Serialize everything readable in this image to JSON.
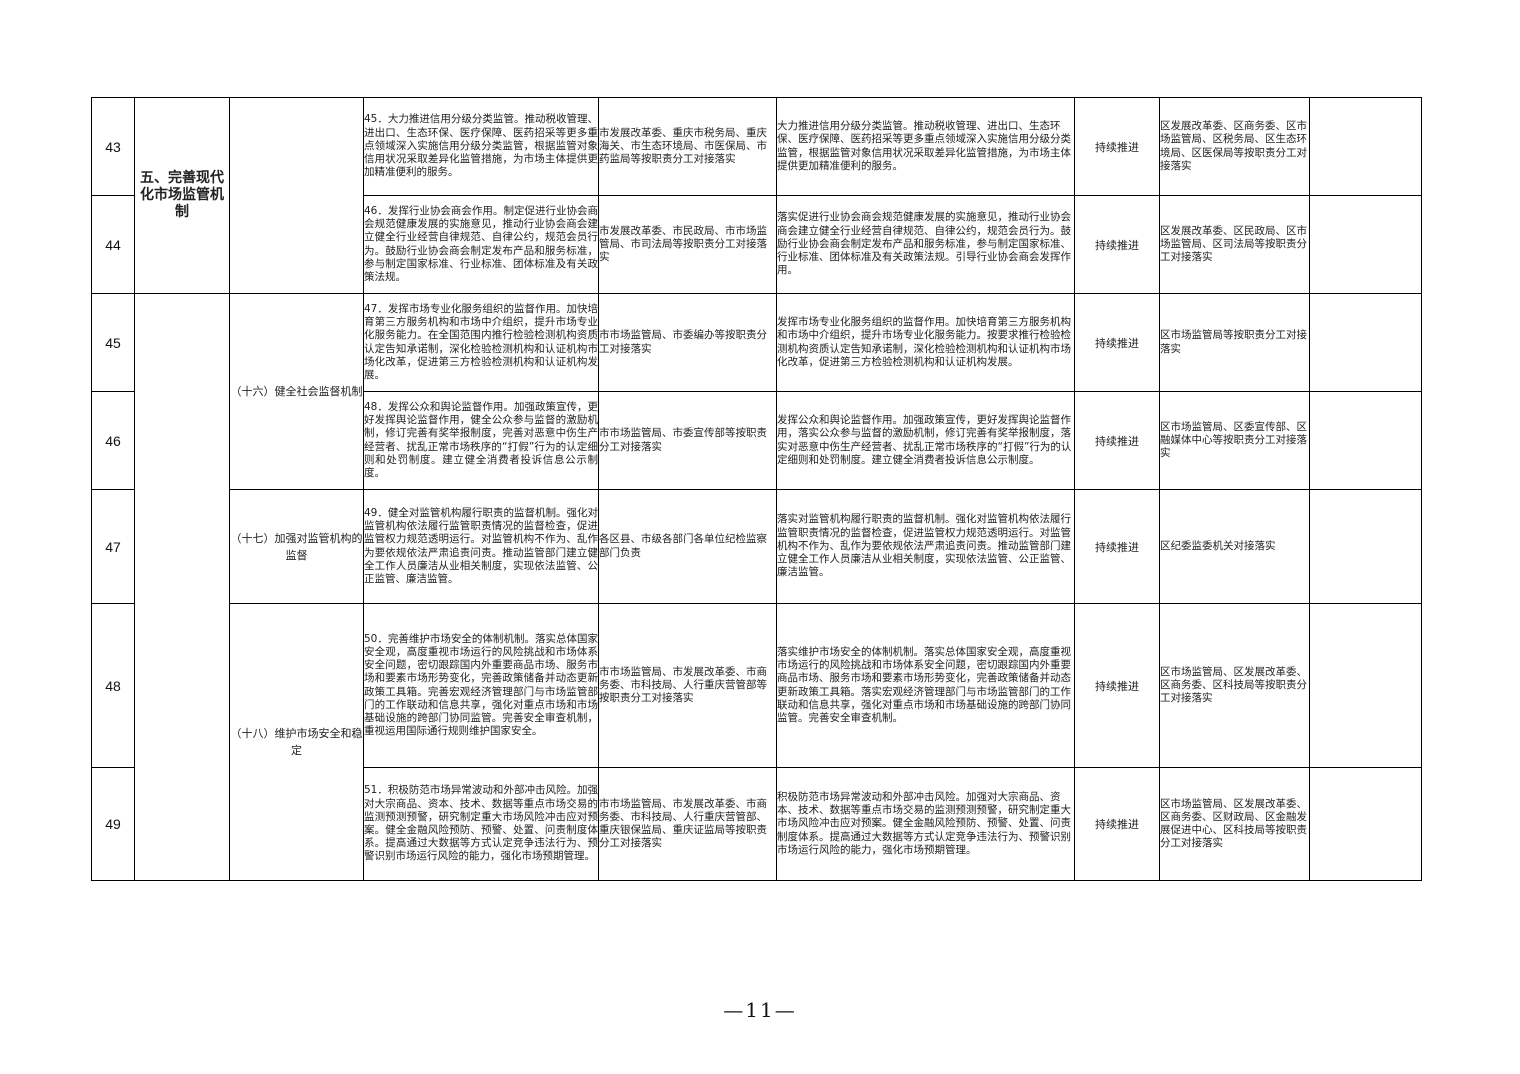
{
  "category1": "五、完善现代化市场监管机制",
  "subcategories": {
    "s16": "（十六）健全社会监督机制",
    "s17": "（十七）加强对监管机构的监督",
    "s18": "（十八）维护市场安全和稳定"
  },
  "rows": [
    {
      "no": "43",
      "task": "45．大力推进信用分级分类监管。推动税收管理、进出口、生态环保、医疗保障、医药招采等更多重点领域深入实施信用分级分类监管，根据监管对象信用状况采取差异化监管措施，为市场主体提供更加精准便利的服务。",
      "city": "市发展改革委、重庆市税务局、重庆海关、市生态环境局、市医保局、市药监局等按职责分工对接落实",
      "measure": "大力推进信用分级分类监管。推动税收管理、进出口、生态环保、医疗保障、医药招采等更多重点领域深入实施信用分级分类监管，根据监管对象信用状况采取差异化监管措施，为市场主体提供更加精准便利的服务。",
      "time": "持续推进",
      "district": "区发展改革委、区商务委、区市场监管局、区税务局、区生态环境局、区医保局等按职责分工对接落实",
      "note": ""
    },
    {
      "no": "44",
      "task": "46．发挥行业协会商会作用。制定促进行业协会商会规范健康发展的实施意见，推动行业协会商会建立健全行业经营自律规范、自律公约，规范会员行为。鼓励行业协会商会制定发布产品和服务标准，参与制定国家标准、行业标准、团体标准及有关政策法规。",
      "city": "市发展改革委、市民政局、市市场监管局、市司法局等按职责分工对接落实",
      "measure": "落实促进行业协会商会规范健康发展的实施意见，推动行业协会商会建立健全行业经营自律规范、自律公约，规范会员行为。鼓励行业协会商会制定发布产品和服务标准，参与制定国家标准、行业标准、团体标准及有关政策法规。引导行业协会商会发挥作用。",
      "time": "持续推进",
      "district": "区发展改革委、区民政局、区市场监管局、区司法局等按职责分工对接落实",
      "note": ""
    },
    {
      "no": "45",
      "task": "47．发挥市场专业化服务组织的监督作用。加快培育第三方服务机构和市场中介组织，提升市场专业化服务能力。在全国范围内推行检验检测机构资质认定告知承诺制，深化检验检测机构和认证机构市场化改革，促进第三方检验检测机构和认证机构发展。",
      "city": "市市场监管局、市委编办等按职责分工对接落实",
      "measure": "发挥市场专业化服务组织的监督作用。加快培育第三方服务机构和市场中介组织，提升市场专业化服务能力。按要求推行检验检测机构资质认定告知承诺制，深化检验检测机构和认证机构市场化改革，促进第三方检验检测机构和认证机构发展。",
      "time": "持续推进",
      "district": "区市场监管局等按职责分工对接落实",
      "note": ""
    },
    {
      "no": "46",
      "task": "48．发挥公众和舆论监督作用。加强政策宣传，更好发挥舆论监督作用，健全公众参与监督的激励机制，修订完善有奖举报制度，完善对恶意中伤生产经营者、扰乱正常市场秩序的“打假”行为的认定细则和处罚制度。建立健全消费者投诉信息公示制度。",
      "city": "市市场监管局、市委宣传部等按职责分工对接落实",
      "measure": "发挥公众和舆论监督作用。加强政策宣传，更好发挥舆论监督作用，落实公众参与监督的激励机制，修订完善有奖举报制度，落实对恶意中伤生产经营者、扰乱正常市场秩序的“打假”行为的认定细则和处罚制度。建立健全消费者投诉信息公示制度。",
      "time": "持续推进",
      "district": "区市场监管局、区委宣传部、区融媒体中心等按职责分工对接落实",
      "note": ""
    },
    {
      "no": "47",
      "task": "49．健全对监管机构履行职责的监督机制。强化对监管机构依法履行监管职责情况的监督检查，促进监管权力规范透明运行。对监管机构不作为、乱作为要依规依法严肃追责问责。推动监管部门建立健全工作人员廉洁从业相关制度，实现依法监管、公正监管、廉洁监管。",
      "city": "各区县、市级各部门各单位纪检监察部门负责",
      "measure": "落实对监管机构履行职责的监督机制。强化对监管机构依法履行监管职责情况的监督检查，促进监管权力规范透明运行。对监管机构不作为、乱作为要依规依法严肃追责问责。推动监管部门建立健全工作人员廉洁从业相关制度，实现依法监管、公正监管、廉洁监管。",
      "time": "持续推进",
      "district": "区纪委监委机关对接落实",
      "note": ""
    },
    {
      "no": "48",
      "task": "50．完善维护市场安全的体制机制。落实总体国家安全观，高度重视市场运行的风险挑战和市场体系安全问题，密切跟踪国内外重要商品市场、服务市场和要素市场形势变化，完善政策储备并动态更新政策工具箱。完善宏观经济管理部门与市场监管部门的工作联动和信息共享，强化对重点市场和市场基础设施的跨部门协同监管。完善安全审查机制，重视运用国际通行规则维护国家安全。",
      "city": "市市场监管局、市发展改革委、市商务委、市科技局、人行重庆营管部等按职责分工对接落实",
      "measure": "落实维护市场安全的体制机制。落实总体国家安全观，高度重视市场运行的风险挑战和市场体系安全问题，密切跟踪国内外重要商品市场、服务市场和要素市场形势变化，完善政策储备并动态更新政策工具箱。落实宏观经济管理部门与市场监管部门的工作联动和信息共享，强化对重点市场和市场基础设施的跨部门协同监管。完善安全审查机制。",
      "time": "持续推进",
      "district": "区市场监管局、区发展改革委、区商务委、区科技局等按职责分工对接落实",
      "note": ""
    },
    {
      "no": "49",
      "task": "51．积极防范市场异常波动和外部冲击风险。加强对大宗商品、资本、技术、数据等重点市场交易的监测预测预警，研究制定重大市场风险冲击应对预案。健全金融风险预防、预警、处置、问责制度体系。提高通过大数据等方式认定竞争违法行为、预警识别市场运行风险的能力，强化市场预期管理。",
      "city": "市市场监管局、市发展改革委、市商务委、市科技局、人行重庆营管部、重庆银保监局、重庆证监局等按职责分工对接落实",
      "measure": "积极防范市场异常波动和外部冲击风险。加强对大宗商品、资本、技术、数据等重点市场交易的监测预测预警，研究制定重大市场风险冲击应对预案。健全金融风险预防、预警、处置、问责制度体系。提高通过大数据等方式认定竞争违法行为、预警识别市场运行风险的能力，强化市场预期管理。",
      "time": "持续推进",
      "district": "区市场监管局、区发展改革委、区商务委、区财政局、区金融发展促进中心、区科技局等按职责分工对接落实",
      "note": ""
    }
  ],
  "page_number": "—11—"
}
